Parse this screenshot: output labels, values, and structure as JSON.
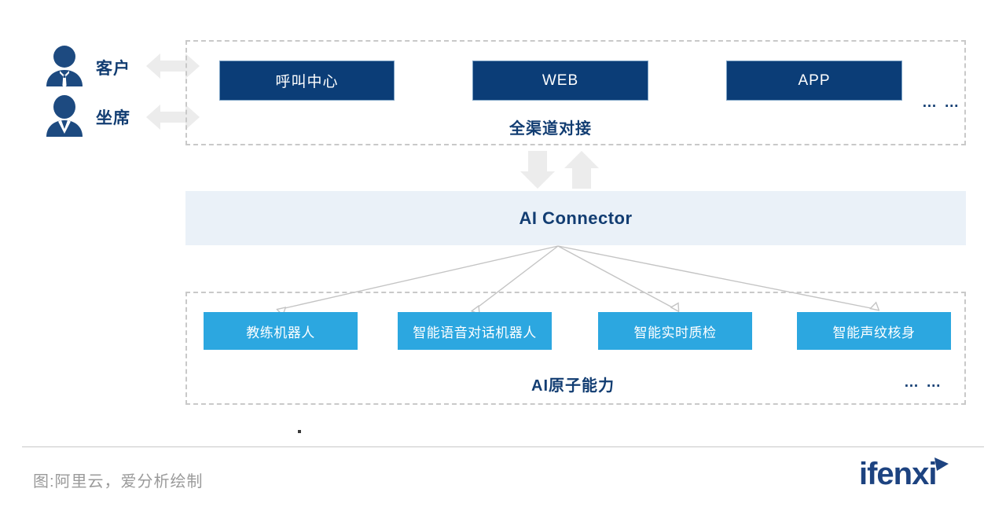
{
  "diagram": {
    "actors": [
      {
        "label": "客户",
        "icon": "person-suit-tie-icon",
        "arrow": "double-arrow-icon"
      },
      {
        "label": "坐席",
        "icon": "person-agent-icon",
        "arrow": "double-arrow-icon"
      }
    ],
    "channel_layer": {
      "title": "全渠道对接",
      "ellipsis": "… …",
      "boxes": [
        {
          "label": "呼叫中心"
        },
        {
          "label": "WEB"
        },
        {
          "label": "APP"
        }
      ]
    },
    "connector": {
      "label": "AI Connector",
      "arrows": [
        {
          "name": "arrow-down-icon"
        },
        {
          "name": "arrow-up-icon"
        }
      ]
    },
    "capability_layer": {
      "title": "AI原子能力",
      "ellipsis": "… …",
      "boxes": [
        {
          "label": "教练机器人"
        },
        {
          "label": "智能语音对话机器人"
        },
        {
          "label": "智能实时质检"
        },
        {
          "label": "智能声纹核身"
        }
      ]
    }
  },
  "footer": {
    "caption": "图:阿里云，爱分析绘制",
    "logo_text": "ifenxi"
  },
  "colors": {
    "navy": "#0b3d77",
    "navy_text": "#123d72",
    "cyan": "#2ca7e0",
    "band_bg": "#eaf1f8",
    "dashed_border": "#c9c9c9",
    "arrow_gray": "#ececec",
    "line_gray": "#c4c4c4",
    "caption_gray": "#9a9a9a"
  }
}
